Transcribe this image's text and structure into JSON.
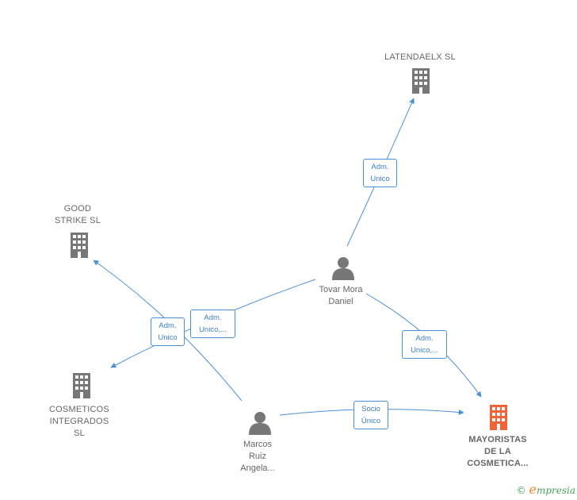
{
  "nodes": {
    "latendaelx": {
      "label": "LATENDAELX SL",
      "kind": "company"
    },
    "good_strike": {
      "label": "GOOD\nSTRIKE  SL",
      "kind": "company"
    },
    "tovar": {
      "label": "Tovar Mora\nDaniel",
      "kind": "person"
    },
    "cosmeticos": {
      "label": "COSMETICOS\nINTEGRADOS\nSL",
      "kind": "company"
    },
    "marcos": {
      "label": "Marcos\nRuiz\nAngela...",
      "kind": "person"
    },
    "mayoristas": {
      "label": "MAYORISTAS\nDE LA\nCOSMETICA...",
      "kind": "company-highlight"
    }
  },
  "edges": {
    "tovar_latendaelx": {
      "label": "Adm.\nUnico"
    },
    "marcos_good_strike": {
      "label": "Adm.\nUnico"
    },
    "tovar_cosmeticos": {
      "label": "Adm.\nUnico,..."
    },
    "tovar_mayoristas": {
      "label": "Adm.\nUnico,..."
    },
    "marcos_mayoristas": {
      "label": "Socio\nÚnico"
    }
  },
  "colors": {
    "edge": "#4a90d9",
    "company_icon": "#777777",
    "highlight_icon": "#f0643a",
    "person_icon": "#777777"
  },
  "brand": {
    "copyright": "©",
    "name_initial": "e",
    "name_rest": "mpresia"
  }
}
